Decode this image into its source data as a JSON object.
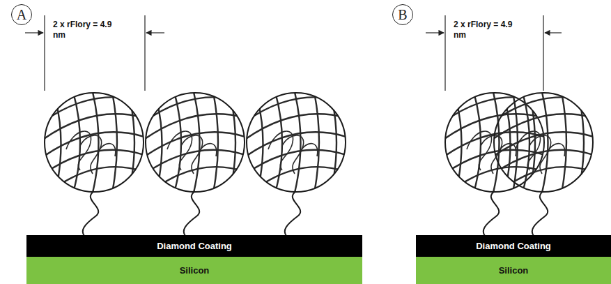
{
  "diagram": {
    "nodes": [
      {
        "text": [
          "A"
        ]
      },
      {
        "text": [
          "Diamond Coating"
        ]
      },
      {
        "text": [
          "Silicon"
        ]
      },
      {
        "text": [
          "B"
        ]
      },
      {
        "text": [
          "Diamond Coating"
        ]
      },
      {
        "text": [
          "Silicon"
        ]
      }
    ],
    "labels": [
      "2 x rFlory = 4.9 nm",
      "2 x rFlory = 4.9 nm"
    ]
  }
}
